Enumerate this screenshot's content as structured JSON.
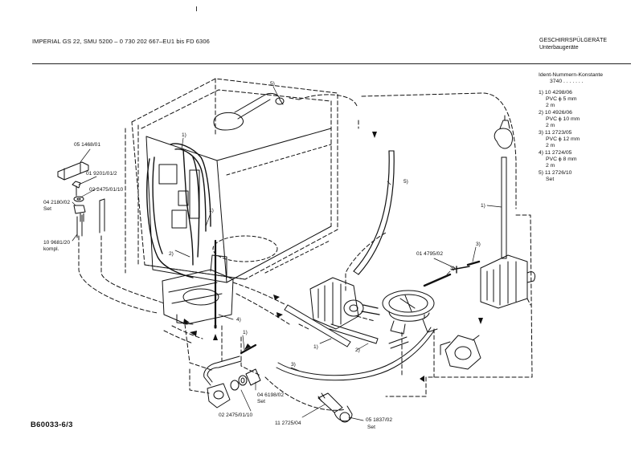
{
  "header": {
    "model_line": "IMPERIAL  GS 22,  SMU 5200 – 0 730 202 667–EU1    bis FD 6306",
    "category_line1": "GESCHIRRSPÜLGERÄTE",
    "category_line2": "Unterbaugeräte"
  },
  "ident": {
    "title": "Ident-Nummern-Konstante",
    "value": "3740   . .      . . . . ."
  },
  "parts": [
    {
      "num": "1) 10 4298/06",
      "desc": "PVC ϕ 5 mm",
      "len": "2 m"
    },
    {
      "num": "2) 10 4926/06",
      "desc": "PVC ϕ 10 mm",
      "len": "2 m"
    },
    {
      "num": "3) 11 2723/05",
      "desc": "PVC ϕ 12 mm",
      "len": "2 m"
    },
    {
      "num": "4) 11 2724/05",
      "desc": "PVC ϕ 8 mm",
      "len": "2 m"
    },
    {
      "num": "5)  11 2726/10",
      "desc": "Set",
      "len": ""
    }
  ],
  "callouts": {
    "c05_1468": "05 1468/01",
    "c01_9201": "01 9201/01/2",
    "c02_2475_top": "02 2475/01/10",
    "c04_2180": "04 2180/02",
    "c04_2180_set": "Set",
    "c10_9681": "10 9681/20",
    "c10_9681_k": "kompl.",
    "c01_4795": "01 4795/02",
    "c04_6198": "04 6198/02",
    "c04_6198_set": "Set",
    "c02_2475_bot": "02 2475/01/10",
    "c11_2725": "11 2725/04",
    "c05_1837": "05 1837/02",
    "c05_1837_set": "Set",
    "n1a": "1)",
    "n1b": "1)",
    "n1c": "1)",
    "n1d": "1)",
    "n1e": "1)",
    "n2a": "2)",
    "n2b": "2)",
    "n3a": "3)",
    "n3b": "3)",
    "n3c": "3)",
    "n4": "4)",
    "n5a": "5)",
    "n5b": "5)"
  },
  "doc_id": "B60033-6/3"
}
